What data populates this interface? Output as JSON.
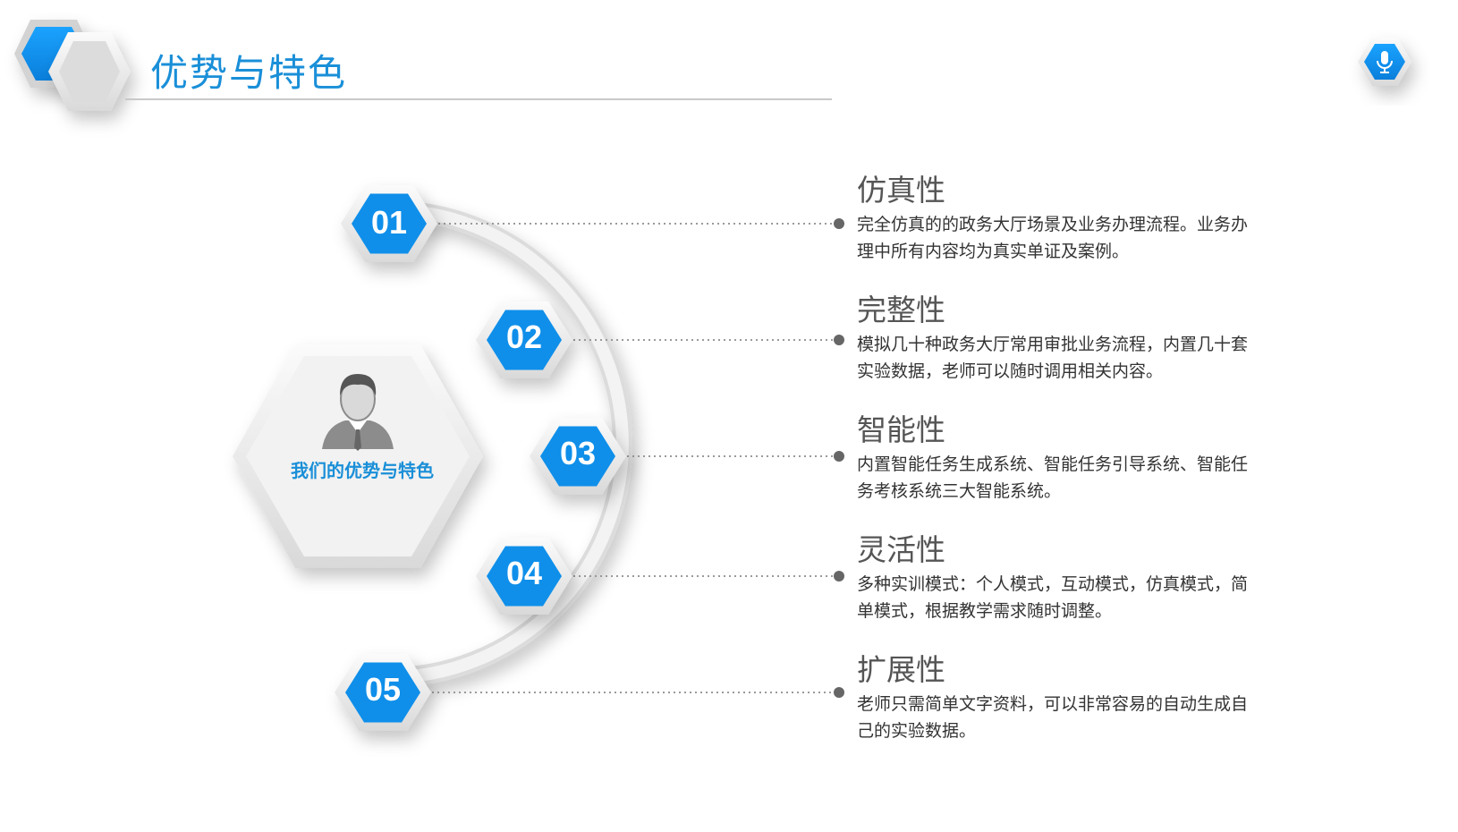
{
  "header": {
    "title": "优势与特色",
    "mic_icon": "microphone-icon"
  },
  "center": {
    "label": "我们的优势与特色",
    "icon": "person-icon"
  },
  "colors": {
    "accent": "#0f8fea",
    "title": "#1a8fd8",
    "text": "#333333",
    "heading": "#555555"
  },
  "features": [
    {
      "number": "01",
      "title": "仿真性",
      "desc": "完全仿真的的政务大厅场景及业务办理流程。业务办理中所有内容均为真实单证及案例。"
    },
    {
      "number": "02",
      "title": "完整性",
      "desc": "模拟几十种政务大厅常用审批业务流程，内置几十套实验数据，老师可以随时调用相关内容。"
    },
    {
      "number": "03",
      "title": "智能性",
      "desc": "内置智能任务生成系统、智能任务引导系统、智能任务考核系统三大智能系统。"
    },
    {
      "number": "04",
      "title": "灵活性",
      "desc": "多种实训模式：个人模式，互动模式，仿真模式，简单模式，根据教学需求随时调整。"
    },
    {
      "number": "05",
      "title": "扩展性",
      "desc": "老师只需简单文字资料，可以非常容易的自动生成自己的实验数据。"
    }
  ]
}
